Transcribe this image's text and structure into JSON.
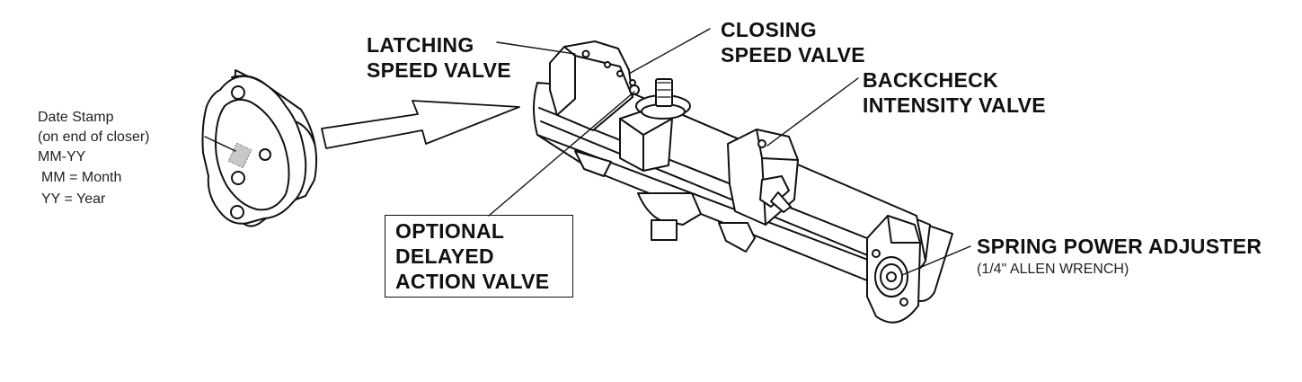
{
  "labels": {
    "latching": [
      "LATCHING",
      "SPEED VALVE"
    ],
    "closing": [
      "CLOSING",
      "SPEED VALVE"
    ],
    "backcheck": [
      "BACKCHECK",
      "INTENSITY VALVE"
    ],
    "delayed": [
      "OPTIONAL",
      "DELAYED",
      "ACTION VALVE"
    ],
    "spring_title": "SPRING POWER ADJUSTER",
    "spring_sub": "(1/4\" ALLEN WRENCH)",
    "date_stamp": [
      "Date Stamp",
      "(on end of closer)",
      "MM-YY"
    ],
    "date_legend": [
      "MM = Month",
      "YY = Year"
    ]
  },
  "colors": {
    "ink": "#111111",
    "stamp": "#9a9a9a",
    "paper": "#ffffff"
  }
}
